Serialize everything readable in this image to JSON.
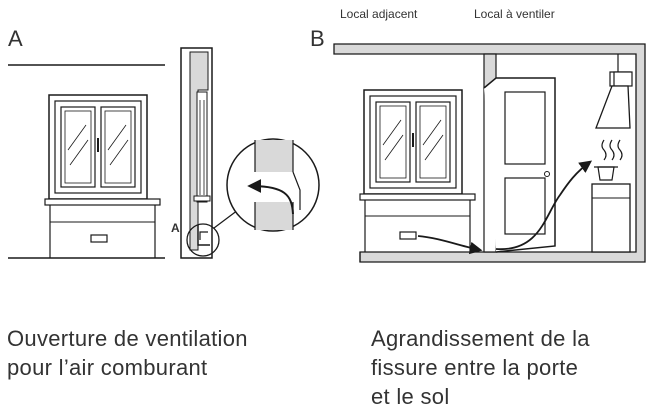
{
  "panel_a": {
    "letter": "A",
    "detail_marker": "A"
  },
  "panel_b": {
    "letter": "B",
    "room_labels": [
      "Local adjacent",
      "Local à ventiler"
    ]
  },
  "captions": {
    "left": [
      "Ouverture de ventilation",
      "pour l’air comburant"
    ],
    "right": [
      "Agrandissement de la",
      "fissure entre la porte",
      "et le sol"
    ]
  },
  "colors": {
    "line": "#1a1a1a",
    "wall": "#d9d9d9",
    "text": "#333333"
  }
}
